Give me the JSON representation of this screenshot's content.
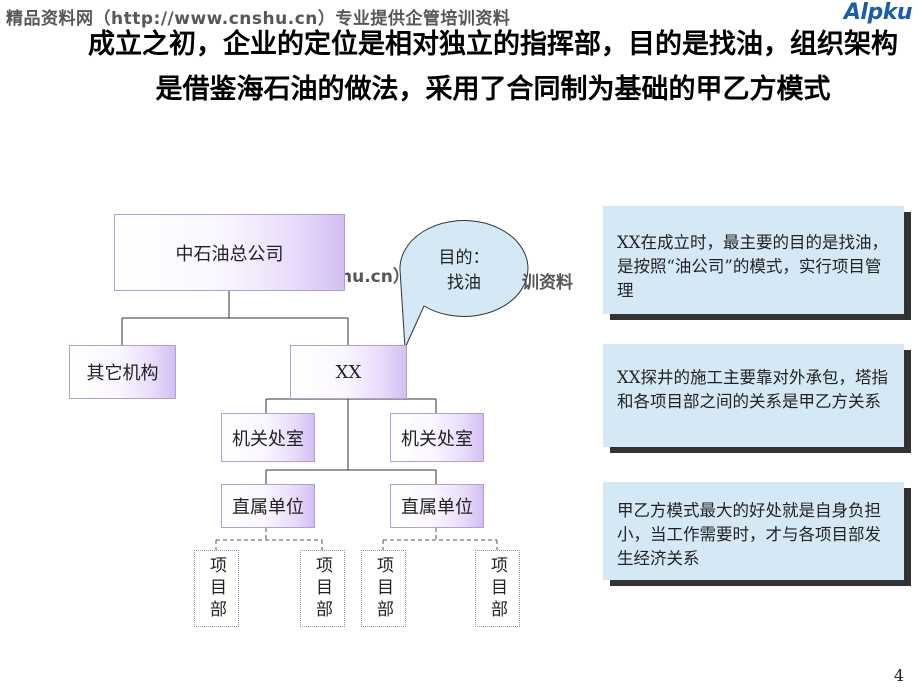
{
  "watermark": {
    "header": "精品资料网（http://www.cnshu.cn）专业提供企管培训资料",
    "middle_visible": "hu.cn）",
    "middle_end": "训资料"
  },
  "logo": {
    "text": "Alpku"
  },
  "title": {
    "text": "成立之初，企业的定位是相对独立的指挥部，目的是找油，组织架构是借鉴海石油的做法，采用了合同制为基础的甲乙方模式"
  },
  "org": {
    "root": "中石油总公司",
    "other": "其它机构",
    "xx": "XX",
    "office_left": "机关处室",
    "office_right": "机关处室",
    "unit_left": "直属单位",
    "unit_right": "直属单位",
    "projects": [
      "项目部",
      "项目部",
      "项目部",
      "项目部"
    ]
  },
  "callout": {
    "line1": "目的：",
    "line2": "找油"
  },
  "notes": [
    "XX在成立时，最主要的目的是找油，是按照“油公司”的模式，实行项目管理",
    "XX探井的施工主要靠对外承包，塔指和各项目部之间的关系是甲乙方关系",
    "甲乙方模式最大的好处就是自身负担小，当工作需要时，才与各项目部发生经济关系"
  ],
  "page": {
    "number": "4"
  }
}
